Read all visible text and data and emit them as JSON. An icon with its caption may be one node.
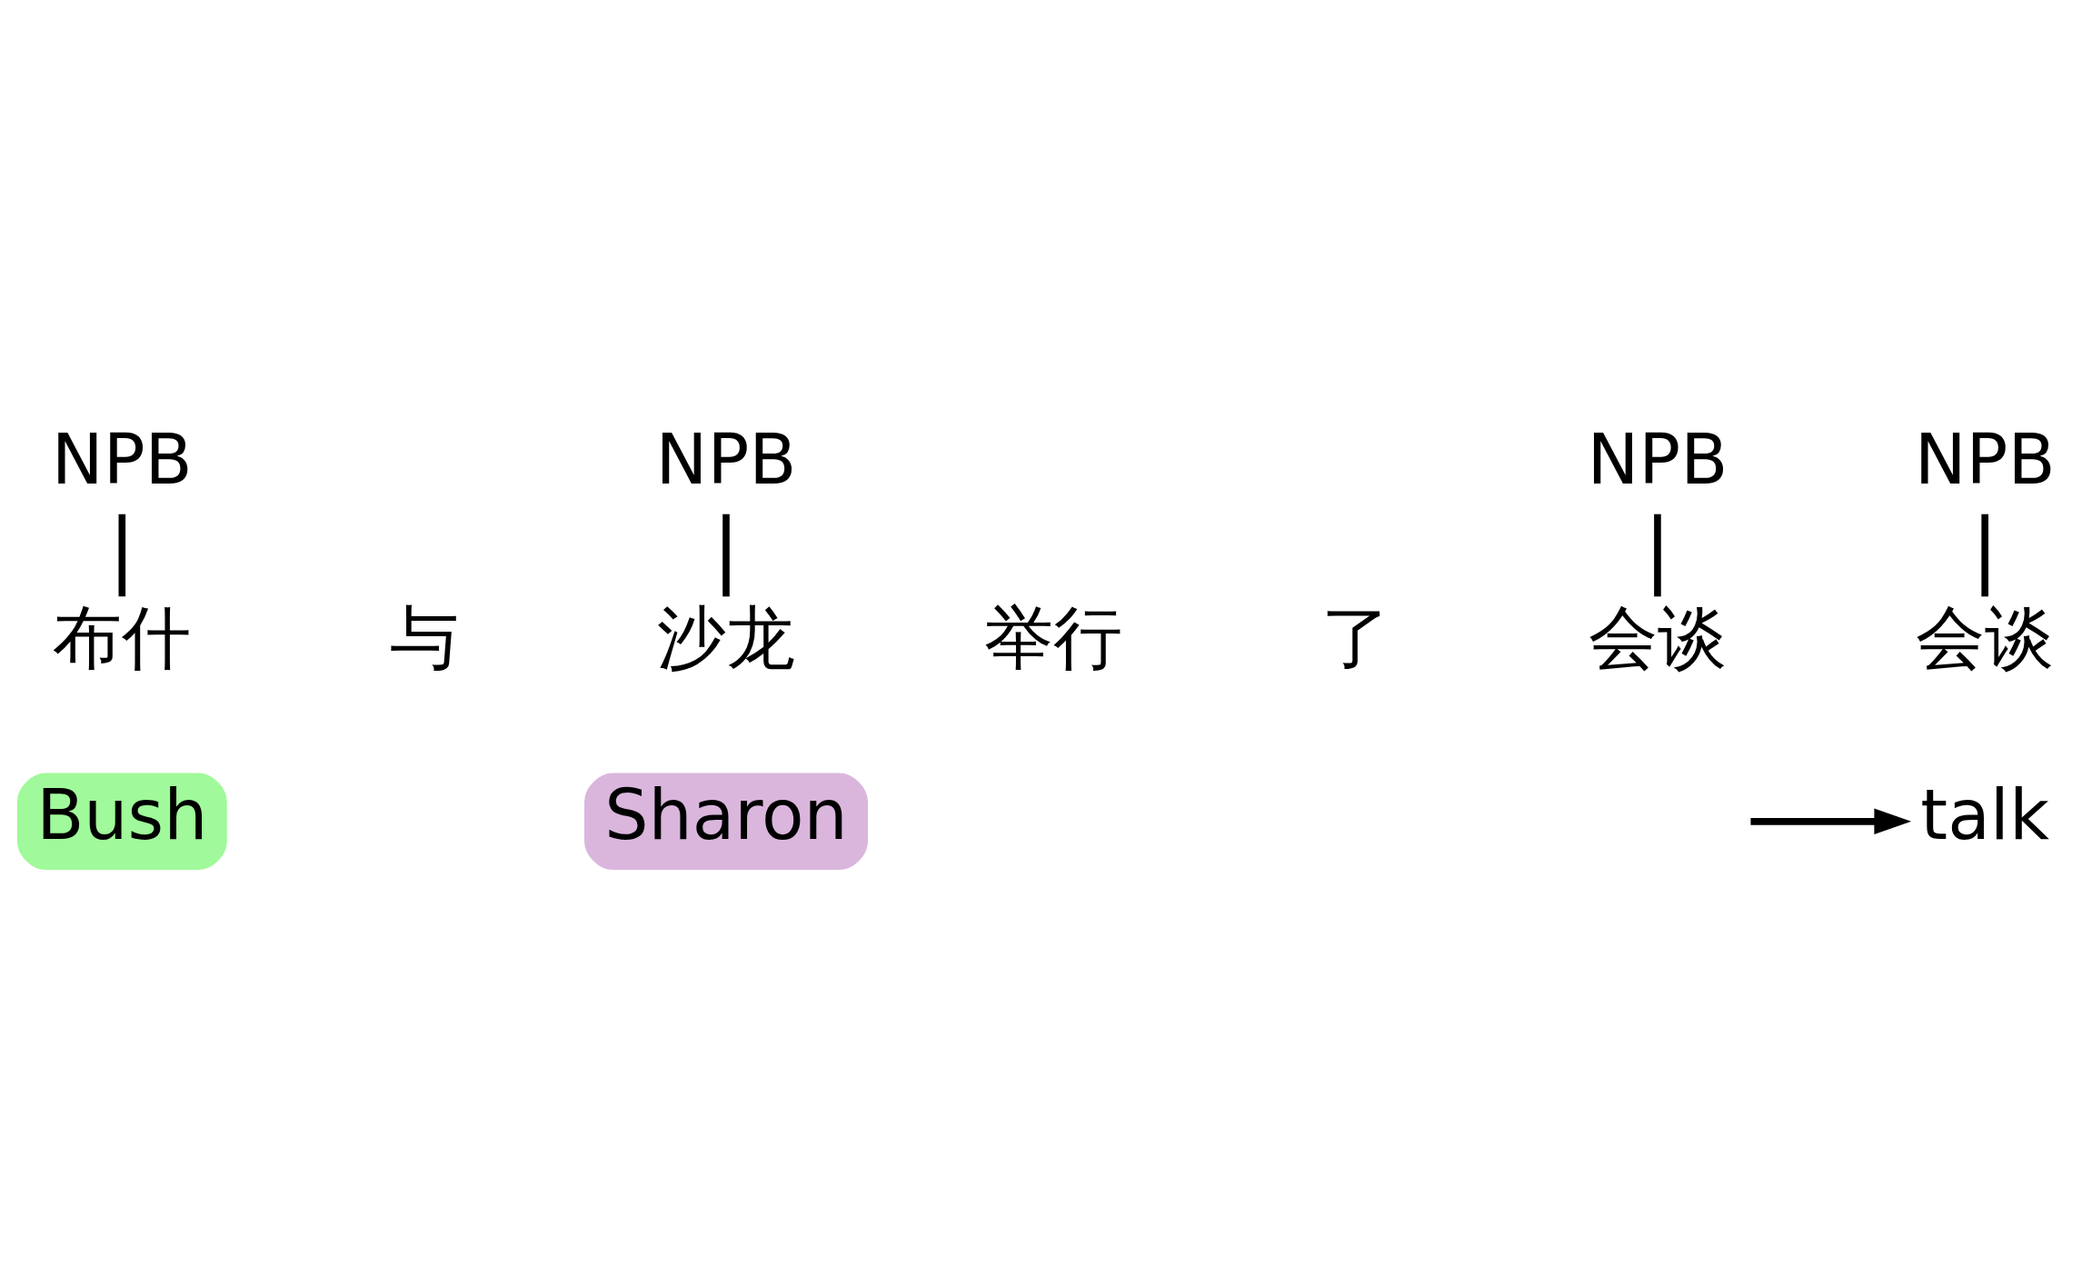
{
  "diagram": {
    "nodes": [
      {
        "text": [
          "NPB"
        ]
      },
      {
        "text": [
          "会谈"
        ]
      },
      {
        "text": [
          "talk"
        ]
      },
      {
        "text": [
          "NPB"
        ]
      },
      {
        "text": [
          "NPB"
        ]
      },
      {
        "text": [
          "NPB"
        ]
      },
      {
        "text": [
          "布什"
        ]
      },
      {
        "text": [
          "沙龙"
        ]
      },
      {
        "text": [
          "会谈"
        ]
      },
      {
        "text": [
          "Bush"
        ]
      },
      {
        "text": [
          "Sharon"
        ]
      }
    ],
    "edges": [
      {
        "from": 0,
        "to": 1,
        "arrow": "none"
      },
      {
        "from": null,
        "to": 2,
        "arrow": "to"
      },
      {
        "from": 3,
        "to": 6,
        "arrow": "none"
      },
      {
        "from": 4,
        "to": 7,
        "arrow": "none"
      },
      {
        "from": 5,
        "to": 8,
        "arrow": "none"
      }
    ],
    "labels": [
      "与",
      "举行",
      "了"
    ]
  }
}
